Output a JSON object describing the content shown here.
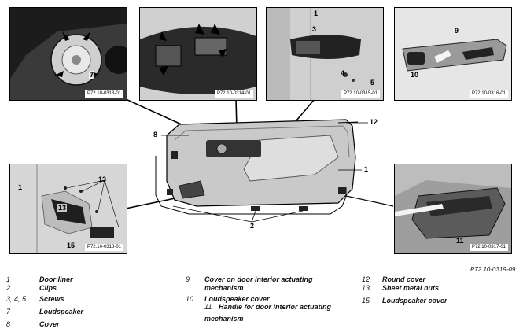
{
  "insets": {
    "top_left": {
      "ref": "P72.10-0313-01",
      "callouts": [
        "7"
      ]
    },
    "top_mid": {
      "ref": "P72.10-0314-01"
    },
    "top_right_mid": {
      "ref": "P72.10-0315-01",
      "callouts": [
        "1",
        "3",
        "4",
        "5"
      ]
    },
    "top_right": {
      "ref": "P72.10-0316-01",
      "callouts": [
        "9",
        "10"
      ]
    },
    "bottom_left": {
      "ref": "P72.10-0318-01",
      "callouts": [
        "1",
        "13",
        "13",
        "15"
      ]
    },
    "bottom_right": {
      "ref": "P72.10-0317-01",
      "callouts": [
        "11"
      ]
    }
  },
  "main": {
    "callouts": [
      "8",
      "12",
      "1",
      "2"
    ]
  },
  "figure_ref": "P72.10-0319-09",
  "legend": {
    "col1": [
      {
        "num": "1",
        "text": "Door liner"
      },
      {
        "num": "2",
        "text": "Clips"
      },
      {
        "num": "3, 4, 5",
        "text": "Screws"
      },
      {
        "num": "7",
        "text": "Loudspeaker"
      },
      {
        "num": "8",
        "text": "Cover"
      }
    ],
    "col2": [
      {
        "num": "9",
        "text": "Cover on door interior actuating"
      },
      {
        "num": "",
        "text": "mechanism"
      },
      {
        "num": "10",
        "text": "Loudspeaker cover"
      },
      {
        "num": "11",
        "text": "Handle for door interior actuating"
      },
      {
        "num": "",
        "text": "mechanism"
      }
    ],
    "col3": [
      {
        "num": "12",
        "text": "Round cover"
      },
      {
        "num": "13",
        "text": "Sheet metal nuts"
      },
      {
        "num": "15",
        "text": "Loudspeaker cover"
      }
    ]
  }
}
